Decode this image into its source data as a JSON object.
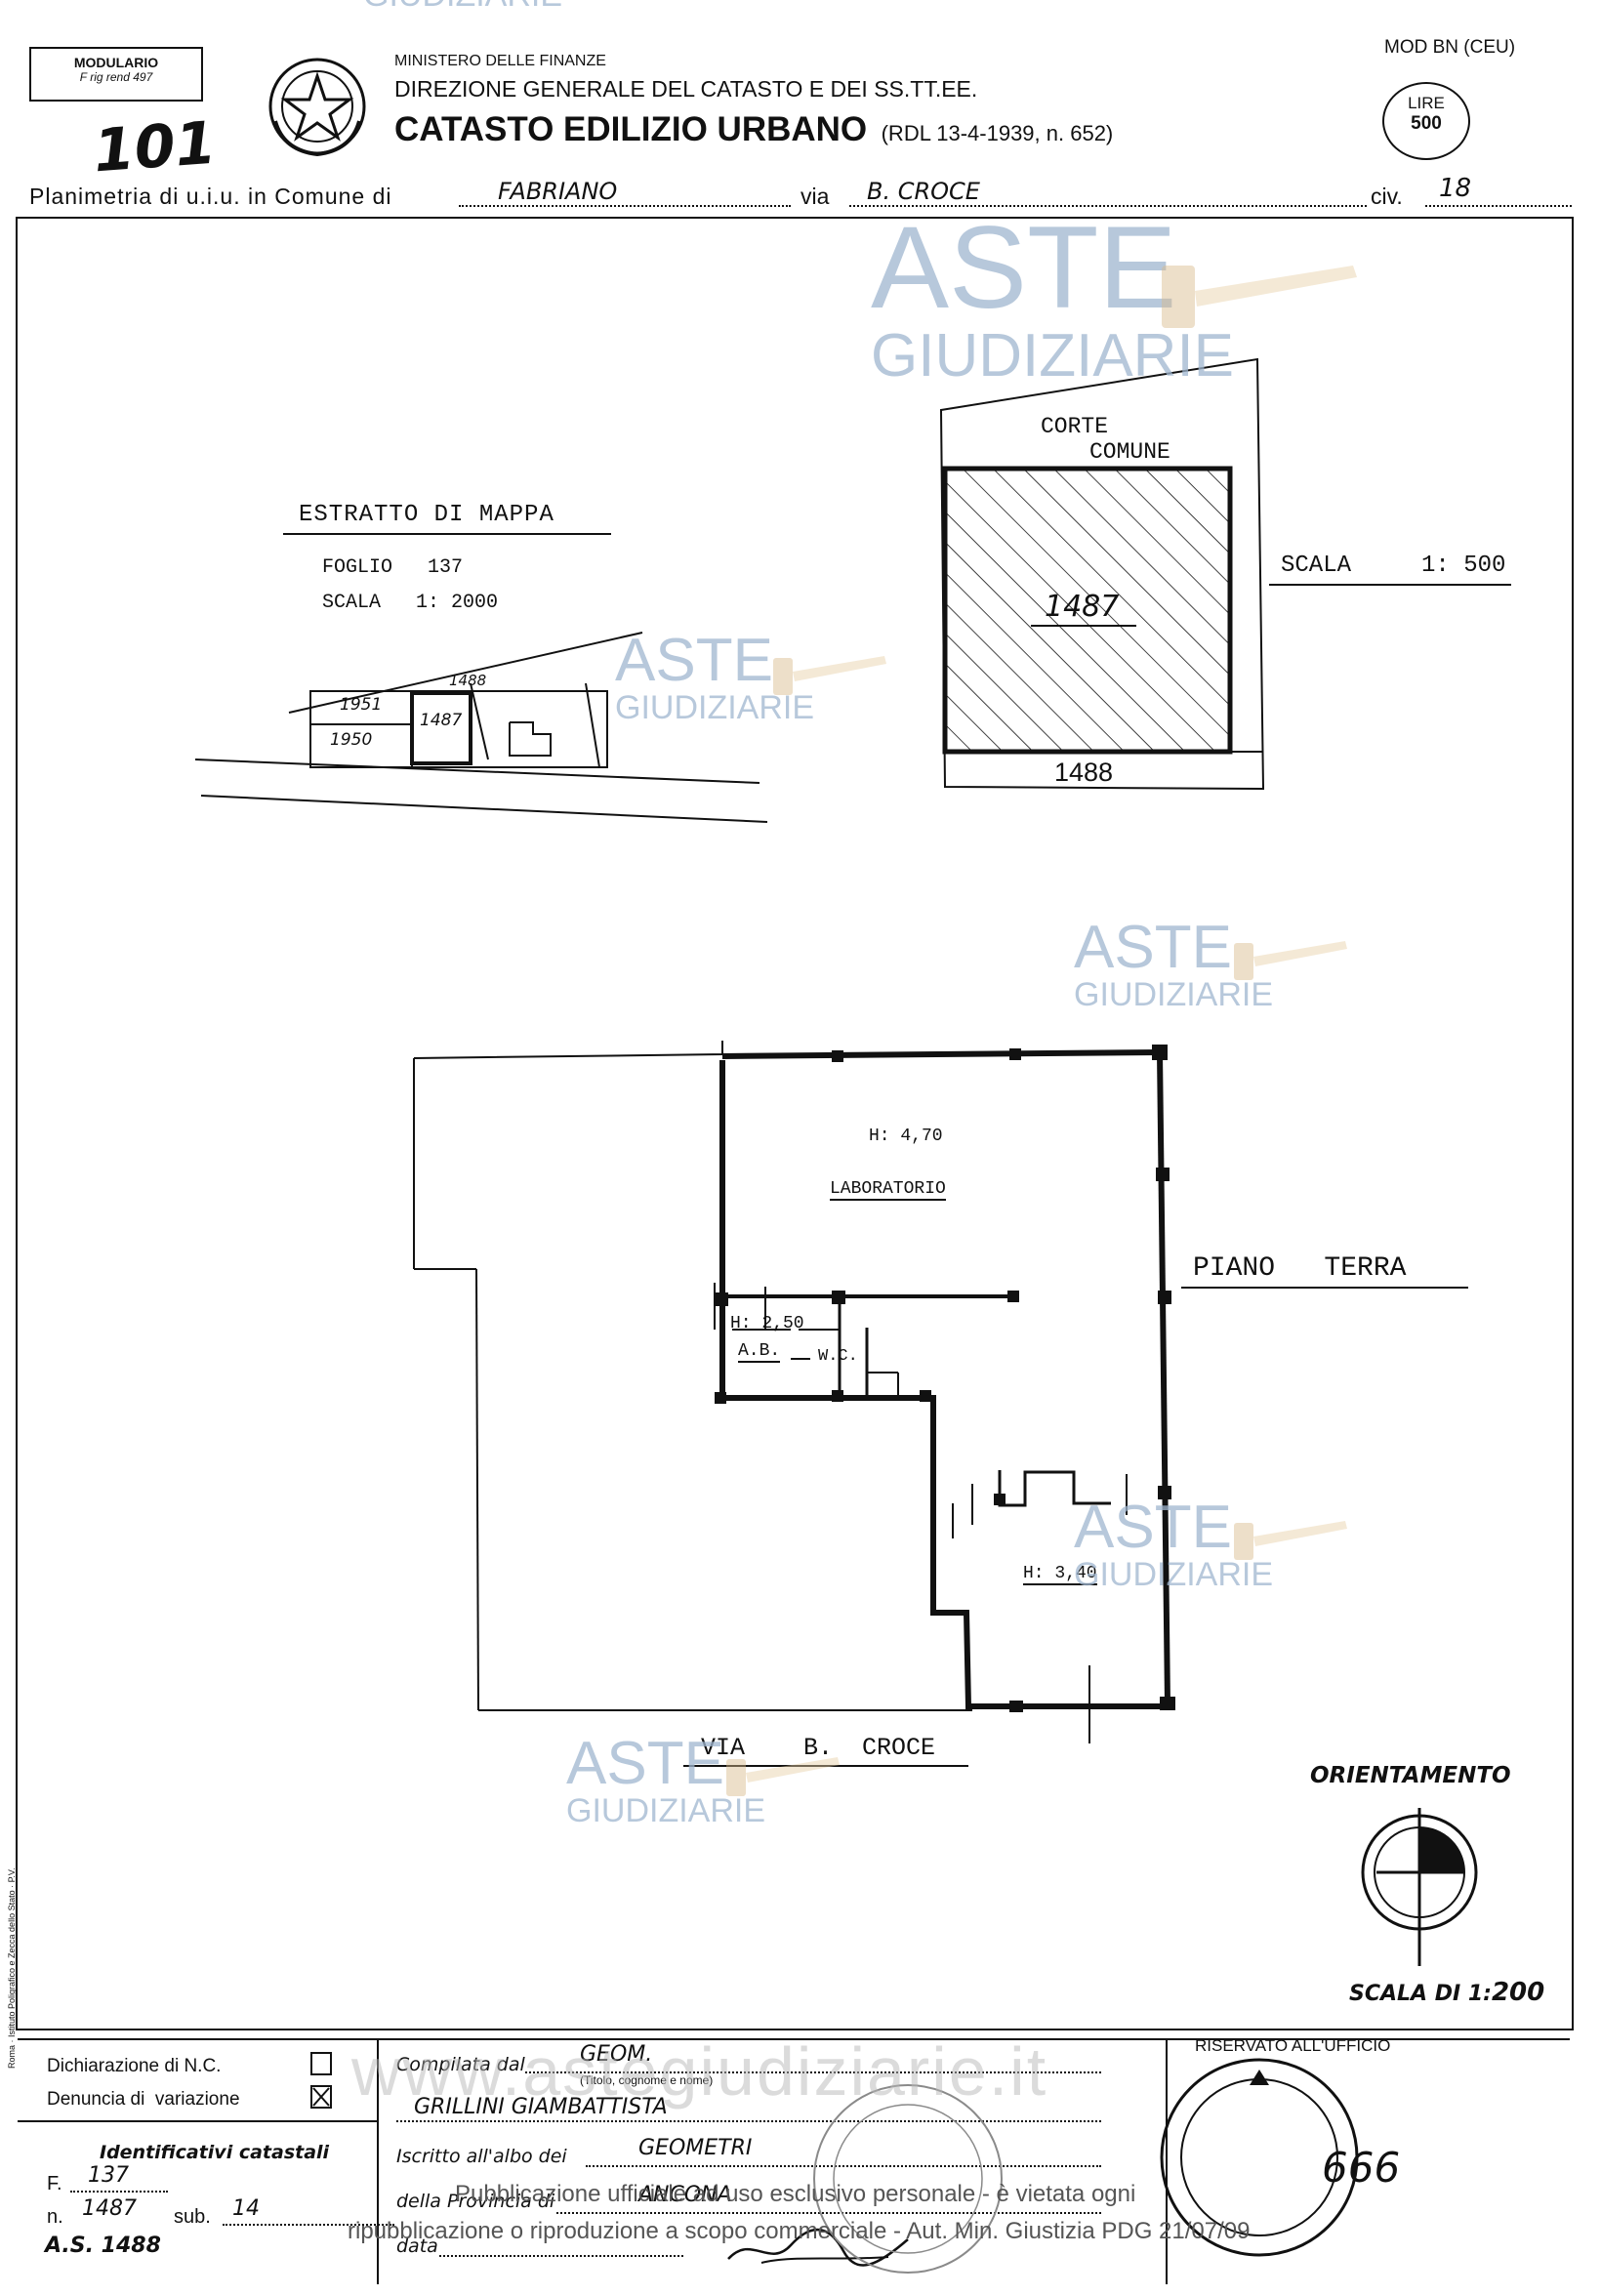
{
  "header": {
    "modulario_1": "MODULARIO",
    "modulario_2": "F rig rend 497",
    "sheet_number": "101",
    "ministry": "MINISTERO DELLE FINANZE",
    "direction": "DIREZIONE GENERALE DEL CATASTO E DEI SS.TT.EE.",
    "title": "CATASTO EDILIZIO URBANO",
    "law": "(RDL 13-4-1939, n. 652)",
    "mod": "MOD BN (CEU)",
    "stamp_label": "LIRE",
    "stamp_value": "500",
    "planimetria_prefix": "Planimetria di u.i.u. in Comune di",
    "comune": "FABRIANO",
    "via_label": "via",
    "via_value": "B. CROCE",
    "civ_label": "civ.",
    "civ_value": "18"
  },
  "estratto": {
    "title": "ESTRATTO DI MAPPA",
    "foglio": "FOGLIO   137",
    "scala": "SCALA   1: 2000",
    "parcels": [
      "1951",
      "1950",
      "1487",
      "1488"
    ]
  },
  "site_plan": {
    "corte": "CORTE",
    "comune": "COMUNE",
    "parcel": "1487",
    "bottom_parcel": "1488",
    "scala": "SCALA     1: 500"
  },
  "floor_plan": {
    "h1": "H: 4,70",
    "room1": "LABORATORIO",
    "h2": "H: 2,50",
    "room2": "A.B.",
    "room3": "W.C.",
    "h3": "H: 3,40",
    "floor_label": "PIANO   TERRA",
    "street": "VIA    B.  CROCE"
  },
  "orientation": {
    "label": "ORIENTAMENTO",
    "scale_prefix": "SCALA DI 1:",
    "scale_value": "200"
  },
  "footer": {
    "dichiarazione": "Dichiarazione di N.C.",
    "denuncia": "Denuncia di  variazione",
    "identificativi": "Identificativi catastali",
    "f_label": "F.",
    "f_value": "137",
    "n_label": "n.",
    "n_value": "1487",
    "sub_label": "sub.",
    "sub_value": "14",
    "extra_value": "A.S. 1488",
    "compilata_label": "Compilata dal",
    "compilata_value": "GEOM.",
    "compilata_hint": "(Titolo, cognome e nome)",
    "compilata_name": "GRILLINI  GIAMBATTISTA",
    "iscritto_label": "Iscritto all'albo dei",
    "iscritto_value": "GEOMETRI",
    "provincia_label": "della Provincia di",
    "provincia_value": "ANCONA",
    "data_label": "data",
    "riservato": "RISERVATO ALL'UFFICIO",
    "office_number": "666"
  },
  "watermarks": {
    "aste": "ASTE",
    "giudiziarie": "GIUDIZIARIE",
    "site": "www.astegiudiziarie.it",
    "notice_1": "Pubblicazione ufficiale ad uso esclusivo personale - è vietata ogni",
    "notice_2": "ripubblicazione o riproduzione a scopo commerciale - Aut. Min. Giustizia PDG 21/07/09",
    "side_text": "Roma · Istituto Poligrafico e Zecca dello Stato · P.V."
  }
}
